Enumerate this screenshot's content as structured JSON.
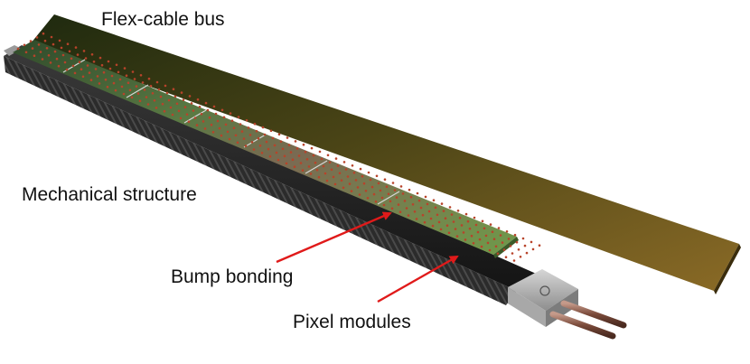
{
  "labels": {
    "flex_cable_bus": "Flex-cable bus",
    "mechanical_structure": "Mechanical structure",
    "bump_bonding": "Bump bonding",
    "pixel_modules": "Pixel modules"
  },
  "colors": {
    "arrow": "#e01a1a",
    "bump": "#b8432a",
    "flex_cable": "#6b5a1e",
    "module": "#5f8a3c",
    "structure": "#2a2a2a",
    "connector": "#b9b9b9",
    "pipe": "#8a5a4a"
  }
}
